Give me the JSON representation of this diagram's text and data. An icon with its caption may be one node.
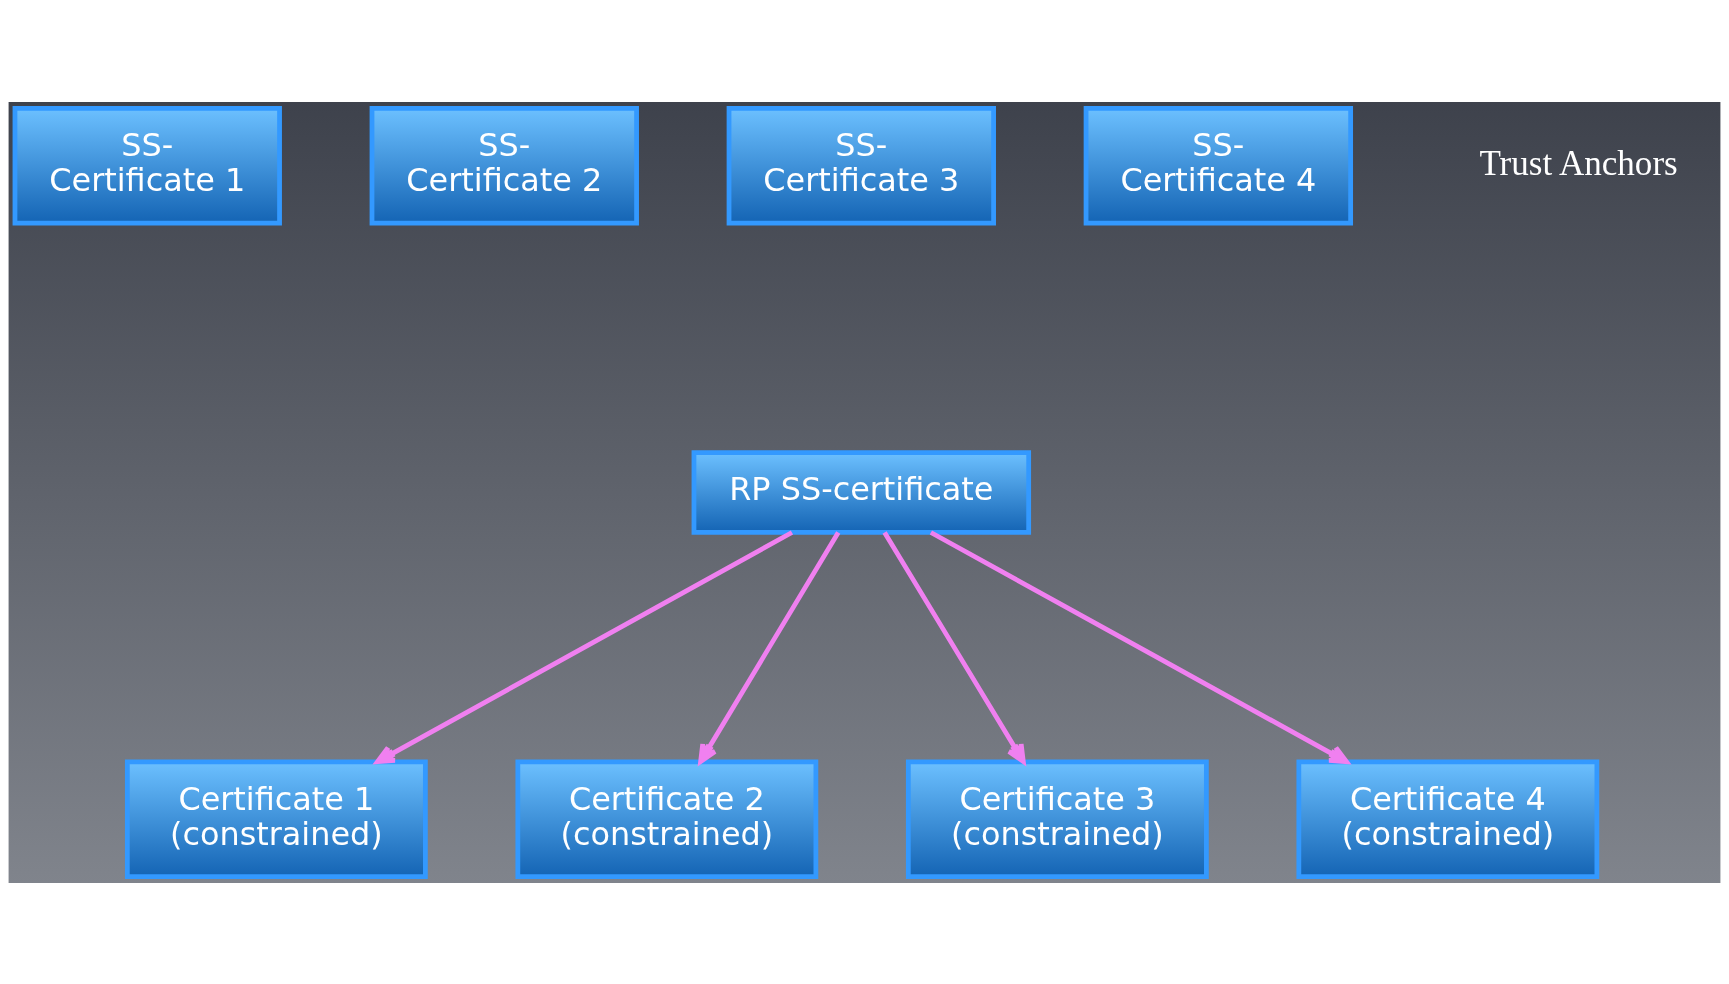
{
  "diagram": {
    "nodes": [
      {
        "text": [
          "SS- Certificate 1"
        ]
      },
      {
        "text": [
          "SS- Certificate 2"
        ]
      },
      {
        "text": [
          "SS- Certificate 3"
        ]
      },
      {
        "text": [
          "SS- Certificate 4"
        ]
      },
      {
        "text": [
          "RP SS-certificate"
        ]
      },
      {
        "text": [
          "Certificate 1 (constrained)"
        ]
      },
      {
        "text": [
          "Certificate 2 (constrained)"
        ]
      },
      {
        "text": [
          "Certificate 3 (constrained)"
        ]
      },
      {
        "text": [
          "Certificate 4 (constrained)"
        ]
      }
    ],
    "edges": [
      {
        "from": 4,
        "to": 5,
        "arrow": "to",
        "color": "#f080f0"
      },
      {
        "from": 4,
        "to": 6,
        "arrow": "to",
        "color": "#f080f0"
      },
      {
        "from": 4,
        "to": 7,
        "arrow": "to",
        "color": "#f080f0"
      },
      {
        "from": 4,
        "to": 8,
        "arrow": "to",
        "color": "#f080f0"
      }
    ],
    "labels": [
      "Trust Anchors"
    ]
  }
}
